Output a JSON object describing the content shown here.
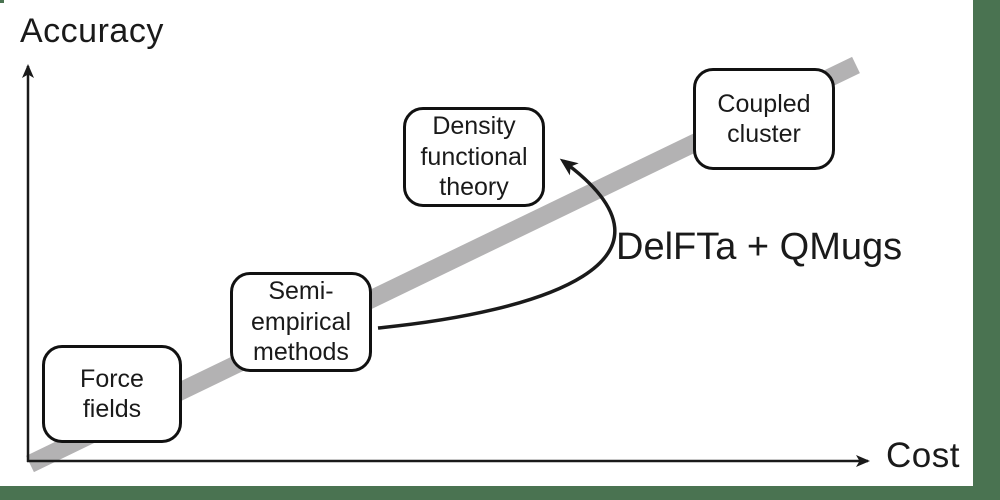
{
  "figure": {
    "kind": "conceptual-accuracy-vs-cost-diagram",
    "colors": {
      "page_background": "#4a7351",
      "canvas": "#ffffff",
      "ink": "#1a1a1a",
      "trend_line": "#b3b2b3"
    }
  },
  "axes": {
    "y_label": "Accuracy",
    "x_label": "Cost"
  },
  "methods": {
    "force_fields": {
      "label": "Force\nfields"
    },
    "semi_empirical": {
      "label": "Semi-\nempirical\nmethods"
    },
    "dft": {
      "label": "Density\nfunctional\ntheory"
    },
    "coupled_cluster": {
      "label": "Coupled\ncluster"
    }
  },
  "annotation": {
    "label": "DelFTa + QMugs"
  }
}
